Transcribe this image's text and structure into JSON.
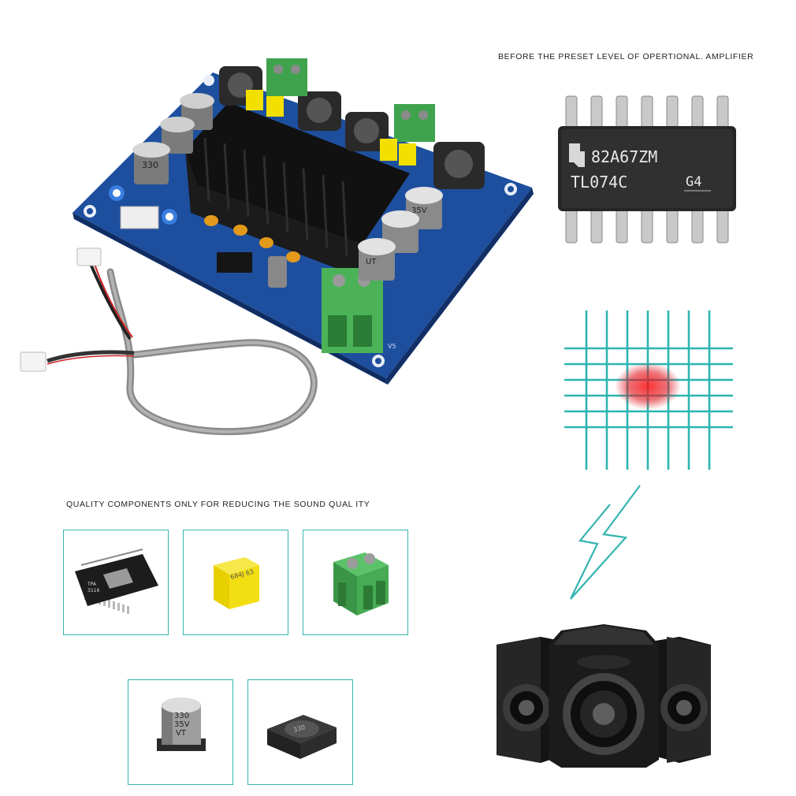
{
  "captions": {
    "top_right": "BEFORE THE PRESET LEVEL OF OPERTIONAL. AMPLIFIER",
    "middle_left": "QUALITY COMPONENTS ONLY FOR REDUCING THE SOUND QUAL ITY"
  },
  "opamp_chip": {
    "line1": "82A67ZM",
    "line2": "TL074C",
    "line3": "G4"
  },
  "board": {
    "cap_label_a": "330",
    "cap_label_b": "35V",
    "cap_label_c": "UT",
    "version": "V5"
  },
  "components": {
    "yellow_cap_label": "684J 63",
    "elec_cap_line1": "330",
    "elec_cap_line2": "35V",
    "elec_cap_line3": "VT",
    "inductor_label": "330"
  },
  "colors": {
    "frame": "#35b4b0",
    "pcb": "#1d4f9e",
    "terminal": "#3fa34d",
    "grid": "#2bb5b0",
    "grid_center": "#e0141e"
  }
}
